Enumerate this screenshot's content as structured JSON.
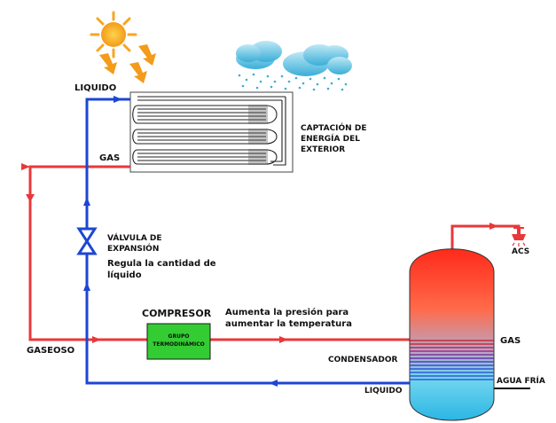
{
  "labels": {
    "liquido_top": "LIQUIDO",
    "gas_top": "GAS",
    "captacion": [
      "CAPTACIÓN DE",
      "ENERGÍA DEL",
      "EXTERIOR"
    ],
    "valvula_title": [
      "VÁLVULA DE",
      "EXPANSIÓN"
    ],
    "valvula_desc": [
      "Regula la cantidad de",
      "líquido"
    ],
    "compresor": "COMPRESOR",
    "compresor_desc": [
      "Aumenta la presión para",
      "aumentar la temperatura"
    ],
    "grupo": [
      "GRUPO",
      "TERMODINÁMICO"
    ],
    "gaseoso": "GASEOSO",
    "condensador": "CONDENSADOR",
    "gas_right": "GAS",
    "agua_fria": "AGUA FRÍA",
    "liquido_bottom": "LIQUIDO",
    "acs": "ACS"
  },
  "colors": {
    "hot_line": "#e8383a",
    "cold_line": "#1c46d4",
    "compressor_fill": "#33cc33",
    "sun": "#f6a623",
    "cloud": "#57bde0"
  },
  "icons": {
    "sun": "sun-icon",
    "cloud": "cloud-icon",
    "valve": "expansion-valve-icon",
    "tap": "tap-icon"
  }
}
